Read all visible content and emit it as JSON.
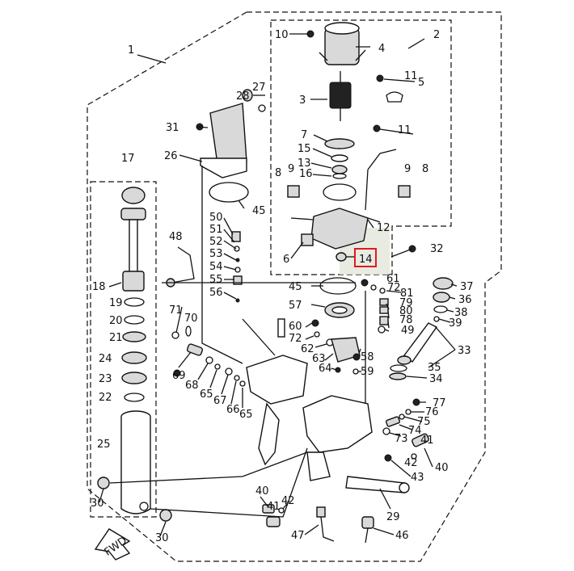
{
  "labels": {
    "l1": "1",
    "l2": "2",
    "l3": "3",
    "l4": "4",
    "l5": "5",
    "l6": "6",
    "l7": "7",
    "l8a": "8",
    "l8b": "8",
    "l9a": "9",
    "l9b": "9",
    "l10": "10",
    "l11a": "11",
    "l11b": "11",
    "l12": "12",
    "l13": "13",
    "l14": "14",
    "l15": "15",
    "l16": "16",
    "l17": "17",
    "l18": "18",
    "l19": "19",
    "l20": "20",
    "l21": "21",
    "l22": "22",
    "l23": "23",
    "l24": "24",
    "l25": "25",
    "l26": "26",
    "l27": "27",
    "l28": "28",
    "l29": "29",
    "l30a": "30",
    "l30b": "30",
    "l31": "31",
    "l32": "32",
    "l33": "33",
    "l34": "34",
    "l35": "35",
    "l36": "36",
    "l37": "37",
    "l38": "38",
    "l39": "39",
    "l40a": "40",
    "l40b": "40",
    "l41a": "41",
    "l41b": "41",
    "l42a": "42",
    "l42b": "42",
    "l43": "43",
    "l45a": "45",
    "l45b": "45",
    "l46": "46",
    "l47": "47",
    "l48": "48",
    "l49": "49",
    "l50": "50",
    "l51": "51",
    "l52": "52",
    "l53": "53",
    "l54": "54",
    "l55": "55",
    "l56": "56",
    "l57": "57",
    "l58": "58",
    "l59": "59",
    "l60": "60",
    "l61": "61",
    "l62": "62",
    "l63": "63",
    "l64": "64",
    "l65a": "65",
    "l65b": "65",
    "l66": "66",
    "l67": "67",
    "l68": "68",
    "l69": "69",
    "l70": "70",
    "l71": "71",
    "l72a": "72",
    "l72b": "72",
    "l73": "73",
    "l74": "74",
    "l75": "75",
    "l76": "76",
    "l77": "77",
    "l78": "78",
    "l79": "79",
    "l80": "80",
    "l81": "81"
  },
  "fwd_label": "FWD",
  "highlight": {
    "part": "14",
    "color": "#e01b1b"
  }
}
